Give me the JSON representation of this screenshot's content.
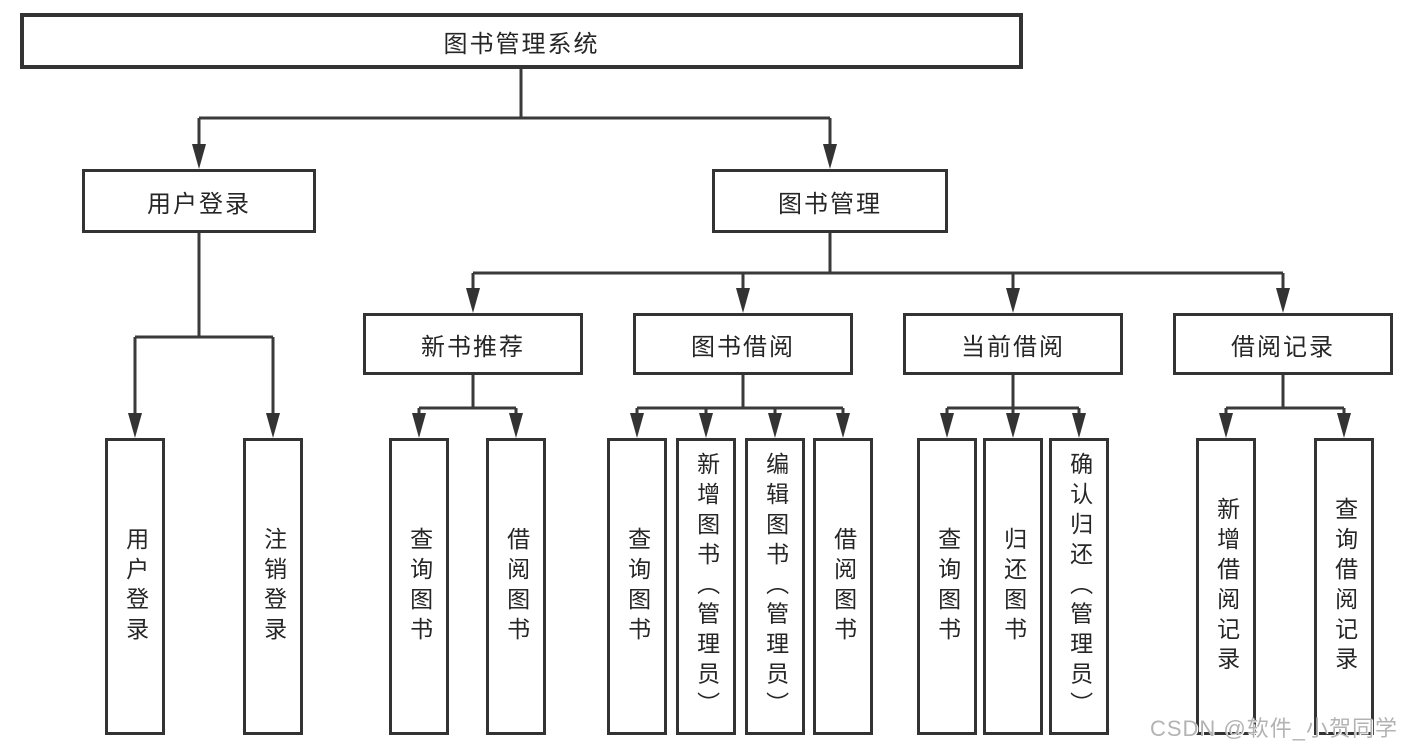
{
  "diagram": {
    "type": "hierarchy",
    "colors": {
      "background": "#ffffff",
      "box_border": "#333333",
      "connector_line": "#3a3a3a",
      "text": "#262626",
      "watermark_text": "#b3b3b3"
    },
    "tree": {
      "label": "图书管理系统",
      "children": [
        {
          "label": "用户登录",
          "children": [
            {
              "label": "用户登录"
            },
            {
              "label": "注销登录"
            }
          ]
        },
        {
          "label": "图书管理",
          "children": [
            {
              "label": "新书推荐",
              "children": [
                {
                  "label": "查询图书"
                },
                {
                  "label": "借阅图书"
                }
              ]
            },
            {
              "label": "图书借阅",
              "children": [
                {
                  "label": "查询图书"
                },
                {
                  "label": "新增图书（管理员）"
                },
                {
                  "label": "编辑图书（管理员）"
                },
                {
                  "label": "借阅图书"
                }
              ]
            },
            {
              "label": "当前借阅",
              "children": [
                {
                  "label": "查询图书"
                },
                {
                  "label": "归还图书"
                },
                {
                  "label": "确认归还（管理员）"
                }
              ]
            },
            {
              "label": "借阅记录",
              "children": [
                {
                  "label": "新增借阅记录"
                },
                {
                  "label": "查询借阅记录"
                }
              ]
            }
          ]
        }
      ]
    },
    "watermark": "CSDN @软件_小贺同学"
  }
}
